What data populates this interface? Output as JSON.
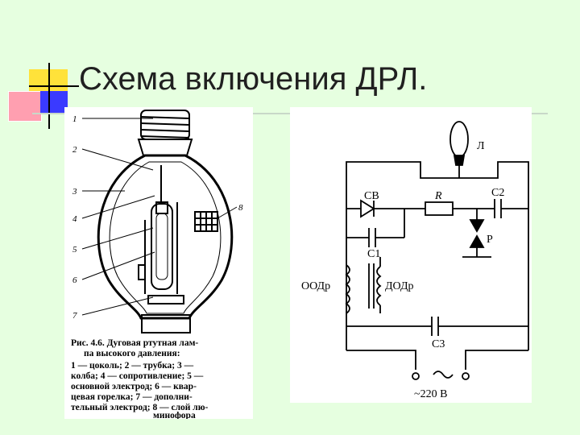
{
  "slide": {
    "title": "Схема включения ДРЛ."
  },
  "lamp_figure": {
    "numbers": [
      "1",
      "2",
      "3",
      "4",
      "5",
      "6",
      "7",
      "8"
    ],
    "caption_lines": [
      "Рис. 4.6. Дуговая ртутная лам-",
      "па высокого давления:",
      "1 — цоколь; 2 — трубка; 3 —",
      "колба; 4 — сопротивление; 5 —",
      "основной электрод; 6 — квар-",
      "цевая горелка; 7 — дополни-",
      "тельный электрод; 8 — слой лю-",
      "минофора"
    ]
  },
  "circuit": {
    "labels": {
      "lamp": "Л",
      "rectifier": "СВ",
      "resistor": "R",
      "cap2": "С2",
      "cap1": "С1",
      "spark": "Р",
      "ood": "ООДр",
      "dod": "ДОДр",
      "cap3": "С3",
      "supply": "~220 В"
    }
  },
  "colors": {
    "background": "#e6ffe0",
    "deco_yellow": "#ffe23a",
    "deco_pink": "#ff9fb0",
    "deco_blue": "#3a3aff",
    "title": "#202020"
  }
}
